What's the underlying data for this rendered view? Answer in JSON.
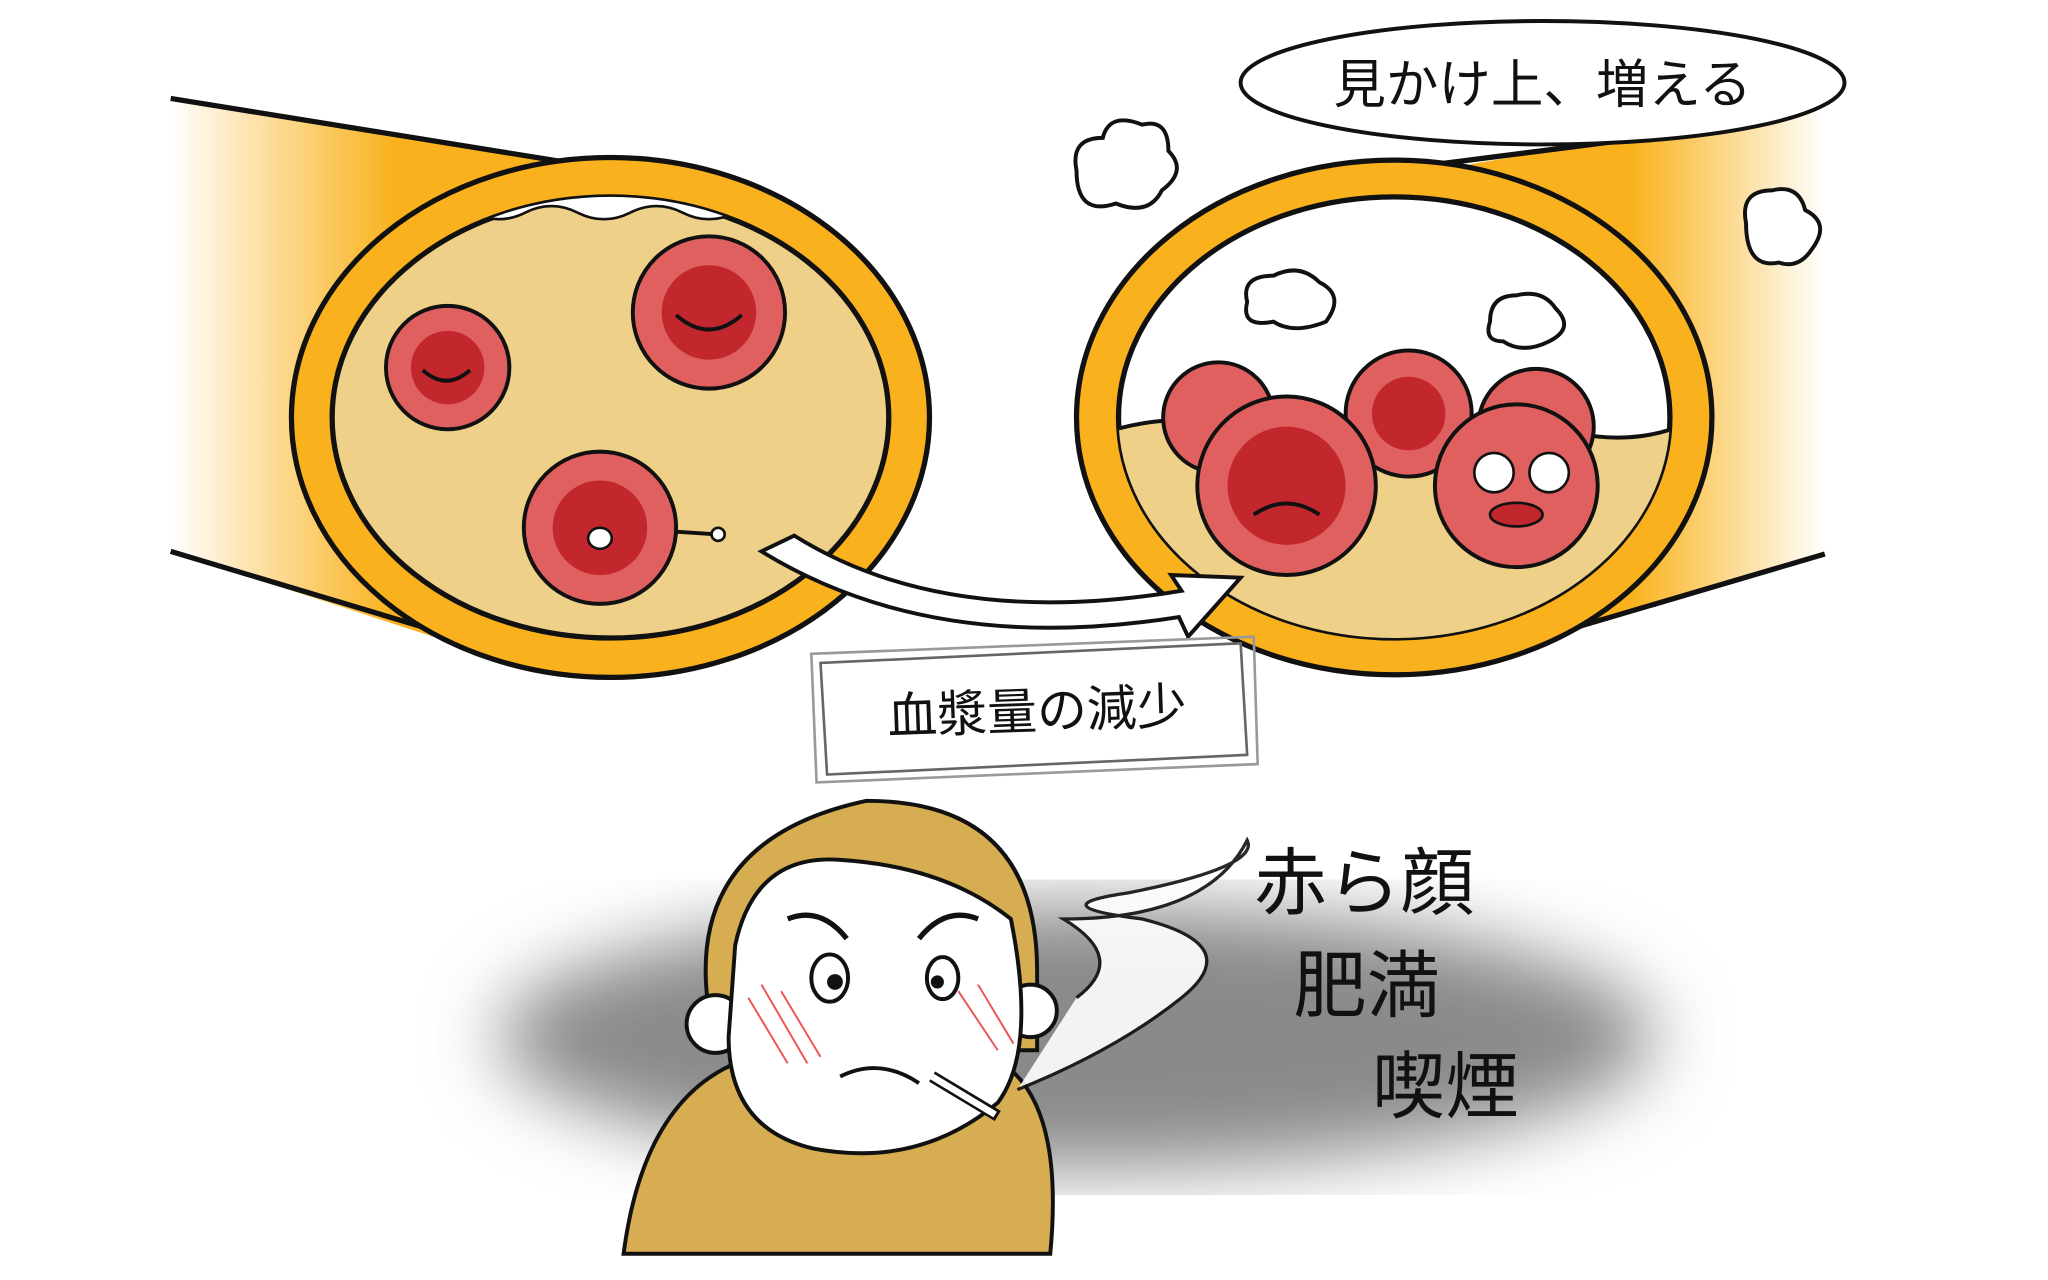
{
  "callout": {
    "text": "見かけ上、増える"
  },
  "process_label": {
    "text": "血漿量の減少"
  },
  "symptoms": [
    "赤ら顔",
    "肥満",
    "喫煙"
  ],
  "colors": {
    "vessel": "#f9b21d",
    "plasma": "#efd089",
    "cell_outer": "#e0605f",
    "cell_inner": "#c1272d",
    "person": "#d6ad50",
    "shadow": "#8a8a8a"
  }
}
